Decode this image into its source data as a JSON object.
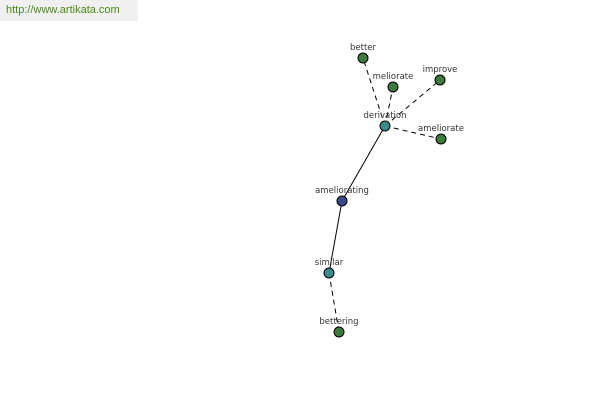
{
  "header": {
    "url": "http://www.artikata.com"
  },
  "colors": {
    "center_node": "#3d4a8a",
    "hub_node": "#3d8a8a",
    "leaf_node": "#3d7a3d"
  },
  "graph": {
    "nodes": [
      {
        "id": "better",
        "label": "better",
        "kind": "leaf"
      },
      {
        "id": "meliorate",
        "label": "meliorate",
        "kind": "leaf"
      },
      {
        "id": "improve",
        "label": "improve",
        "kind": "leaf"
      },
      {
        "id": "derivation",
        "label": "derivation",
        "kind": "hub"
      },
      {
        "id": "ameliorate",
        "label": "ameliorate",
        "kind": "leaf"
      },
      {
        "id": "ameliorating",
        "label": "ameliorating",
        "kind": "center"
      },
      {
        "id": "similar",
        "label": "similar",
        "kind": "hub"
      },
      {
        "id": "bettering",
        "label": "bettering",
        "kind": "leaf"
      }
    ],
    "edges": [
      {
        "from": "ameliorating",
        "to": "derivation",
        "style": "solid"
      },
      {
        "from": "ameliorating",
        "to": "similar",
        "style": "solid"
      },
      {
        "from": "derivation",
        "to": "better",
        "style": "dashed"
      },
      {
        "from": "derivation",
        "to": "meliorate",
        "style": "dashed"
      },
      {
        "from": "derivation",
        "to": "improve",
        "style": "dashed"
      },
      {
        "from": "derivation",
        "to": "ameliorate",
        "style": "dashed"
      },
      {
        "from": "similar",
        "to": "bettering",
        "style": "dashed"
      }
    ]
  }
}
